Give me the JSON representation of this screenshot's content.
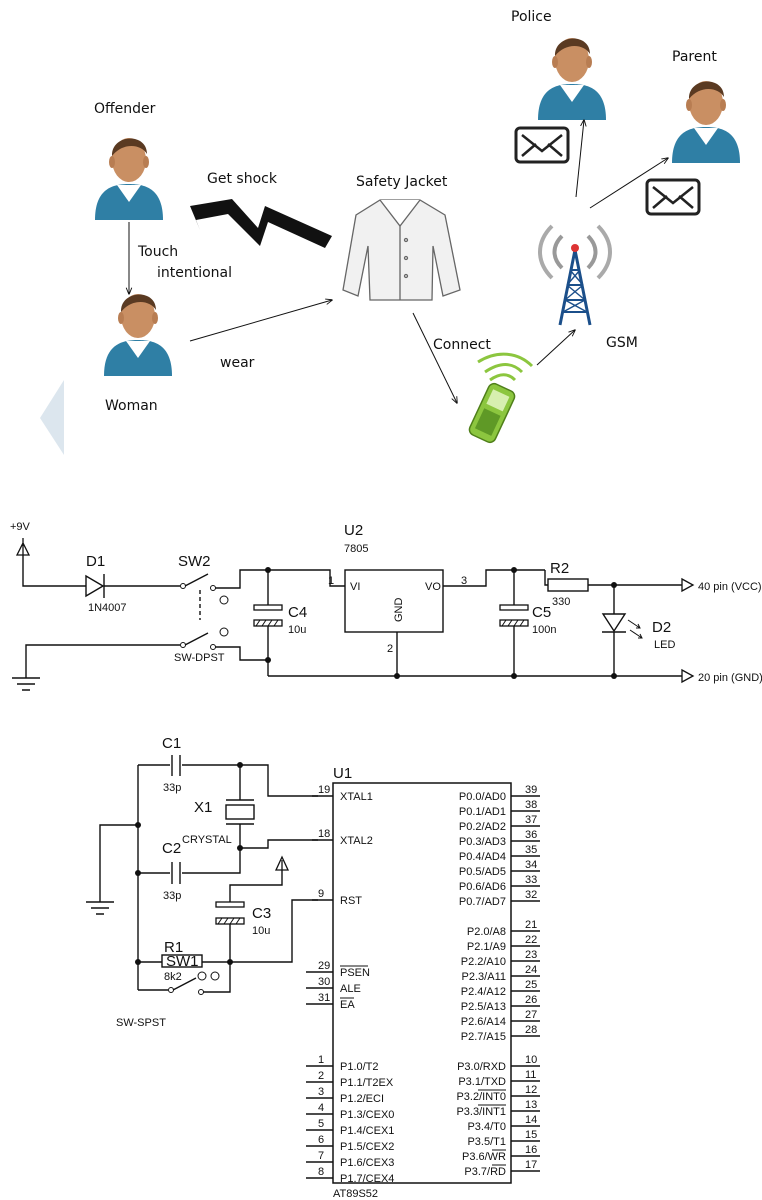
{
  "block_diagram": {
    "labels": {
      "police": "Police",
      "parent": "Parent",
      "offender": "Offender",
      "get_shock": "Get shock",
      "safety_jacket": "Safety Jacket",
      "touch": "Touch",
      "intentional": "intentional",
      "woman": "Woman",
      "wear": "wear",
      "connect": "Connect",
      "gsm": "GSM"
    },
    "colors": {
      "shirt_blue": "#2f7fa5",
      "shirt_light": "#9fd0ea",
      "skin": "#c98f63",
      "hair": "#5a3a22",
      "phone_green": "#8cc63f",
      "tower_blue": "#1b4f8a",
      "nav_arrow": "#dce6ee"
    },
    "icons": [
      "person-icon",
      "envelope-icon",
      "jacket-icon",
      "lightning-icon",
      "gsm-tower-icon",
      "mobile-phone-icon"
    ]
  },
  "power_circuit": {
    "supply": "+9V",
    "d1": {
      "name": "D1",
      "part": "1N4007"
    },
    "sw2": {
      "name": "SW2",
      "part": "SW-DPST"
    },
    "u2": {
      "name": "U2",
      "part": "7805",
      "vi": "VI",
      "vo": "VO",
      "gnd": "GND",
      "pin1": "1",
      "pin2": "2",
      "pin3": "3"
    },
    "c4": {
      "name": "C4",
      "value": "10u"
    },
    "c5": {
      "name": "C5",
      "value": "100n"
    },
    "r2": {
      "name": "R2",
      "value": "330"
    },
    "d2": {
      "name": "D2",
      "part": "LED"
    },
    "vcc_out": "40 pin (VCC)",
    "gnd_out": "20 pin (GND)"
  },
  "mcu_circuit": {
    "c1": {
      "name": "C1",
      "value": "33p"
    },
    "c2": {
      "name": "C2",
      "value": "33p"
    },
    "c3": {
      "name": "C3",
      "value": "10u"
    },
    "x1": {
      "name": "X1",
      "part": "CRYSTAL"
    },
    "r1": {
      "name": "R1",
      "value": "8k2"
    },
    "sw1": {
      "name": "SW1",
      "part": "SW-SPST"
    },
    "u1": {
      "name": "U1",
      "part": "AT89S52"
    },
    "left_pins": [
      {
        "num": "19",
        "label": "XTAL1"
      },
      {
        "num": "18",
        "label": "XTAL2"
      },
      {
        "num": "9",
        "label": "RST"
      },
      {
        "num": "29",
        "label": "PSEN"
      },
      {
        "num": "30",
        "label": "ALE"
      },
      {
        "num": "31",
        "label": "EA"
      },
      {
        "num": "1",
        "label": "P1.0/T2"
      },
      {
        "num": "2",
        "label": "P1.1/T2EX"
      },
      {
        "num": "3",
        "label": "P1.2/ECI"
      },
      {
        "num": "4",
        "label": "P1.3/CEX0"
      },
      {
        "num": "5",
        "label": "P1.4/CEX1"
      },
      {
        "num": "6",
        "label": "P1.5/CEX2"
      },
      {
        "num": "7",
        "label": "P1.6/CEX3"
      },
      {
        "num": "8",
        "label": "P1.7/CEX4"
      }
    ],
    "right_pins": [
      {
        "num": "39",
        "label": "P0.0/AD0"
      },
      {
        "num": "38",
        "label": "P0.1/AD1"
      },
      {
        "num": "37",
        "label": "P0.2/AD2"
      },
      {
        "num": "36",
        "label": "P0.3/AD3"
      },
      {
        "num": "35",
        "label": "P0.4/AD4"
      },
      {
        "num": "34",
        "label": "P0.5/AD5"
      },
      {
        "num": "33",
        "label": "P0.6/AD6"
      },
      {
        "num": "32",
        "label": "P0.7/AD7"
      },
      {
        "num": "21",
        "label": "P2.0/A8"
      },
      {
        "num": "22",
        "label": "P2.1/A9"
      },
      {
        "num": "23",
        "label": "P2.2/A10"
      },
      {
        "num": "24",
        "label": "P2.3/A11"
      },
      {
        "num": "25",
        "label": "P2.4/A12"
      },
      {
        "num": "26",
        "label": "P2.5/A13"
      },
      {
        "num": "27",
        "label": "P2.6/A14"
      },
      {
        "num": "28",
        "label": "P2.7/A15"
      },
      {
        "num": "10",
        "label": "P3.0/RXD"
      },
      {
        "num": "11",
        "label": "P3.1/TXD"
      },
      {
        "num": "12",
        "label": "P3.2/INT0"
      },
      {
        "num": "13",
        "label": "P3.3/INT1"
      },
      {
        "num": "14",
        "label": "P3.4/T0"
      },
      {
        "num": "15",
        "label": "P3.5/T1"
      },
      {
        "num": "16",
        "label": "P3.6/WR"
      },
      {
        "num": "17",
        "label": "P3.7/RD"
      }
    ]
  }
}
